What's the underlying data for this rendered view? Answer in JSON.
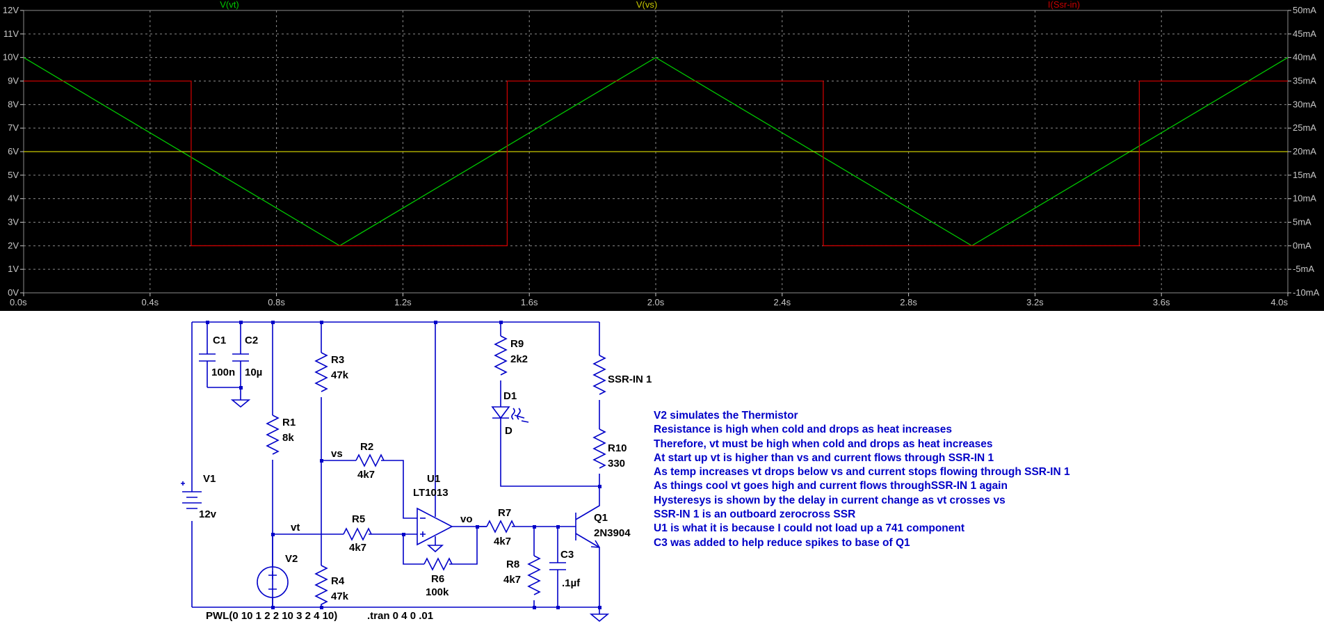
{
  "chart_data": {
    "type": "line",
    "title": "",
    "xlabel": "",
    "xlim": [
      0,
      4.0
    ],
    "x_ticks": [
      "0.0s",
      "0.4s",
      "0.8s",
      "1.2s",
      "1.6s",
      "2.0s",
      "2.4s",
      "2.8s",
      "3.2s",
      "3.6s",
      "4.0s"
    ],
    "y_left_lim": [
      0,
      12
    ],
    "y_left_ticks": [
      "0V",
      "1V",
      "2V",
      "3V",
      "4V",
      "5V",
      "6V",
      "7V",
      "8V",
      "9V",
      "10V",
      "11V",
      "12V"
    ],
    "y_right_lim": [
      -10,
      50
    ],
    "y_right_ticks": [
      "-10mA",
      "-5mA",
      "0mA",
      "5mA",
      "10mA",
      "15mA",
      "20mA",
      "25mA",
      "30mA",
      "35mA",
      "40mA",
      "45mA",
      "50mA"
    ],
    "grid": true,
    "series": [
      {
        "name": "V(vt)",
        "axis": "left",
        "color": "#00c800",
        "x": [
          0,
          1,
          2,
          3,
          4
        ],
        "y": [
          10,
          2,
          10,
          2,
          10
        ]
      },
      {
        "name": "V(vs)",
        "axis": "left",
        "color": "#c8c800",
        "x": [
          0,
          4
        ],
        "y": [
          6,
          6
        ]
      },
      {
        "name": "I(Ssr-in)",
        "axis": "right",
        "color": "#c80000",
        "x": [
          0,
          0.53,
          0.53,
          1.53,
          1.53,
          2.53,
          2.53,
          3.53,
          3.53,
          4.0
        ],
        "y": [
          35,
          35,
          0,
          0,
          35,
          35,
          0,
          0,
          35,
          35
        ]
      }
    ]
  },
  "schematic": {
    "C1": {
      "name": "C1",
      "value": "100n"
    },
    "C2": {
      "name": "C2",
      "value": "10µ"
    },
    "R1": {
      "name": "R1",
      "value": "8k"
    },
    "R3": {
      "name": "R3",
      "value": "47k"
    },
    "R2": {
      "name": "R2",
      "value": "4k7"
    },
    "R5": {
      "name": "R5",
      "value": "4k7"
    },
    "R4": {
      "name": "R4",
      "value": "47k"
    },
    "R6": {
      "name": "R6",
      "value": "100k"
    },
    "R7": {
      "name": "R7",
      "value": "4k7"
    },
    "R8": {
      "name": "R8",
      "value": "4k7"
    },
    "R9": {
      "name": "R9",
      "value": "2k2"
    },
    "R10": {
      "name": "R10",
      "value": "330"
    },
    "SSR": {
      "name": "SSR-IN 1"
    },
    "D1": {
      "name": "D1",
      "value": "D"
    },
    "U1": {
      "name": "U1",
      "value": "LT1013"
    },
    "Q1": {
      "name": "Q1",
      "value": "2N3904"
    },
    "C3": {
      "name": "C3",
      "value": ".1µf"
    },
    "V1": {
      "name": "V1",
      "value": "12v"
    },
    "V2": {
      "name": "V2",
      "value": "PWL(0 10 1 2 2 10 3 2 4 10)"
    },
    "net_vs": "vs",
    "net_vt": "vt",
    "net_vo": "vo",
    "directive": ".tran 0 4 0 .01"
  },
  "notes": [
    "V2 simulates the Thermistor",
    "Resistance is high when cold and drops as heat increases",
    "Therefore, vt must be high when cold and drops as heat increases",
    "At start up vt is higher than vs and current flows through SSR-IN 1",
    "As temp increases vt drops below vs and current stops flowing through SSR-IN 1",
    "As things cool vt goes high and current flows throughSSR-IN 1 again",
    "Hysteresys is shown by the delay in current change as vt crosses vs",
    "SSR-IN 1 is an outboard zerocross SSR",
    "U1 is what it is because I could not load up a 741 component",
    "C3 was added to help reduce spikes to base of Q1"
  ]
}
